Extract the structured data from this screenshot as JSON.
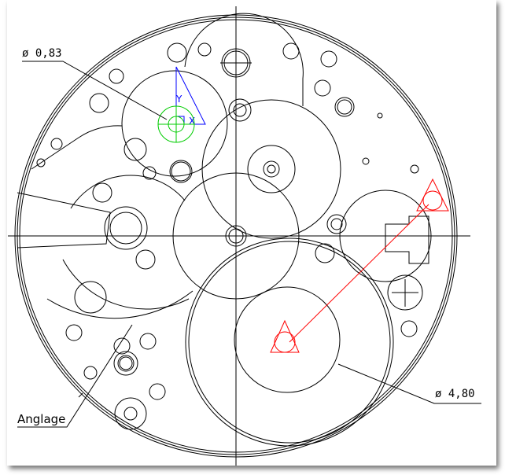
{
  "drawing": {
    "dimension_small": "ø 0,83",
    "dimension_large": "ø 4,80",
    "annotation": "Anglage",
    "axis_y": "Y",
    "axis_x": "X",
    "colors": {
      "lines": "#000000",
      "ucs": "#0000ff",
      "snap": "#00cc00",
      "marker": "#ff0000"
    }
  }
}
